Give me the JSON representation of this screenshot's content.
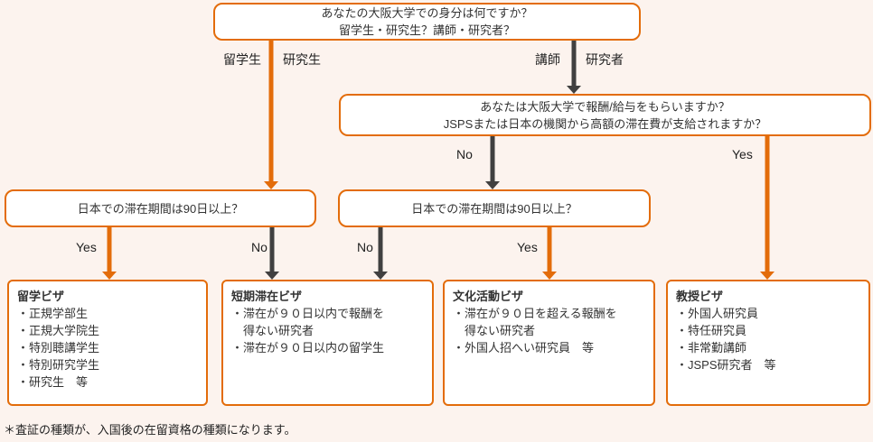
{
  "colors": {
    "accent_orange": "#e36c0a",
    "arrow_gray": "#404040",
    "background": "#fcf3ee",
    "box_fill": "#ffffff"
  },
  "q1": {
    "line1": "あなたの大阪大学での身分は何ですか？",
    "line2": "留学生・研究生？講師・研究者？"
  },
  "q2": {
    "line1": "あなたは大阪大学で報酬/給与をもらいますか？",
    "line2": "JSPSまたは日本の機関から高額の滞在費が支給されますか？"
  },
  "q3_left": {
    "text": "日本での滞在期間は90日以上？"
  },
  "q3_center": {
    "text": "日本での滞在期間は90日以上？"
  },
  "branches": {
    "student": "留学生",
    "research_student": "研究生",
    "lecturer": "講師",
    "researcher": "研究者",
    "q2_no": "No",
    "q2_yes": "Yes",
    "q3_left_yes": "Yes",
    "q3_left_no": "No",
    "q3_center_no": "No",
    "q3_center_yes": "Yes"
  },
  "results": [
    {
      "title": "留学ビザ",
      "items": [
        "・正規学部生",
        "・正規大学院生",
        "・特別聴講学生",
        "・特別研究学生",
        "・研究生　等"
      ]
    },
    {
      "title": "短期滞在ビザ",
      "items": [
        "・滞在が９０日以内で報酬を",
        "　得ない研究者",
        "・滞在が９０日以内の留学生"
      ]
    },
    {
      "title": "文化活動ビザ",
      "items": [
        "・滞在が９０日を超える報酬を",
        "　得ない研究者",
        "・外国人招へい研究員　等"
      ]
    },
    {
      "title": "教授ビザ",
      "items": [
        "・外国人研究員",
        "・特任研究員",
        "・非常勤講師",
        "・JSPS研究者　等"
      ]
    }
  ],
  "footnote": "＊査証の種類が、入国後の在留資格の種類になります。"
}
